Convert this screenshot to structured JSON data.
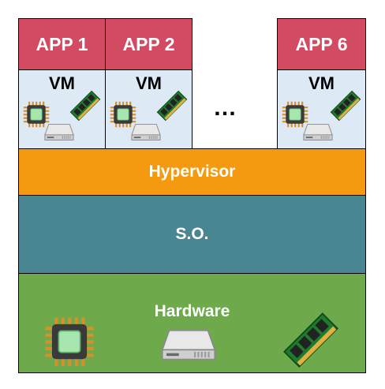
{
  "apps": [
    "APP 1",
    "APP 2",
    "APP 6"
  ],
  "vm_label": "VM",
  "ellipsis": "…",
  "layers": {
    "hypervisor": "Hypervisor",
    "os": "S.O.",
    "hardware": "Hardware"
  },
  "colors": {
    "app": "#d34a63",
    "vm": "#dde9f4",
    "hypervisor": "#f59a10",
    "os": "#4a8592",
    "hardware": "#6eaa4c"
  },
  "icons": [
    "cpu-chip-icon",
    "ram-module-icon",
    "hard-disk-icon"
  ]
}
